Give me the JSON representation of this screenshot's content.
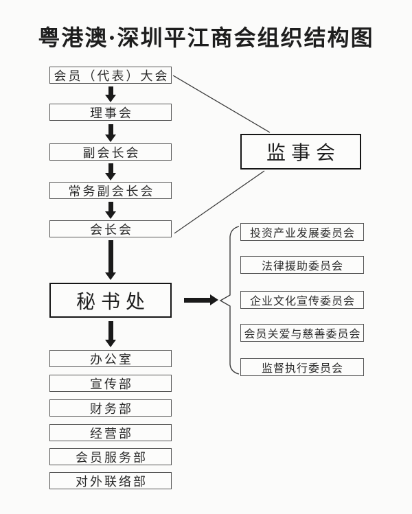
{
  "title": "粤港澳·深圳平江商会组织结构图",
  "colors": {
    "background": "#fbfbfa",
    "text": "#262626",
    "box_border": "#545454",
    "strong_border": "#161616",
    "arrow": "#1a1a1a",
    "connector_line": "#3c3c3c"
  },
  "main_chain": [
    "会员（代表）大会",
    "理事会",
    "副会长会",
    "常务副会长会",
    "会长会"
  ],
  "secretariat": "秘书处",
  "supervisory_board": "监事会",
  "departments": [
    "办公室",
    "宣传部",
    "财务部",
    "经营部",
    "会员服务部",
    "对外联络部"
  ],
  "committees": [
    "投资产业发展委员会",
    "法律援助委员会",
    "企业文化宣传委员会",
    "会员关爱与慈善委员会",
    "监督执行委员会"
  ]
}
